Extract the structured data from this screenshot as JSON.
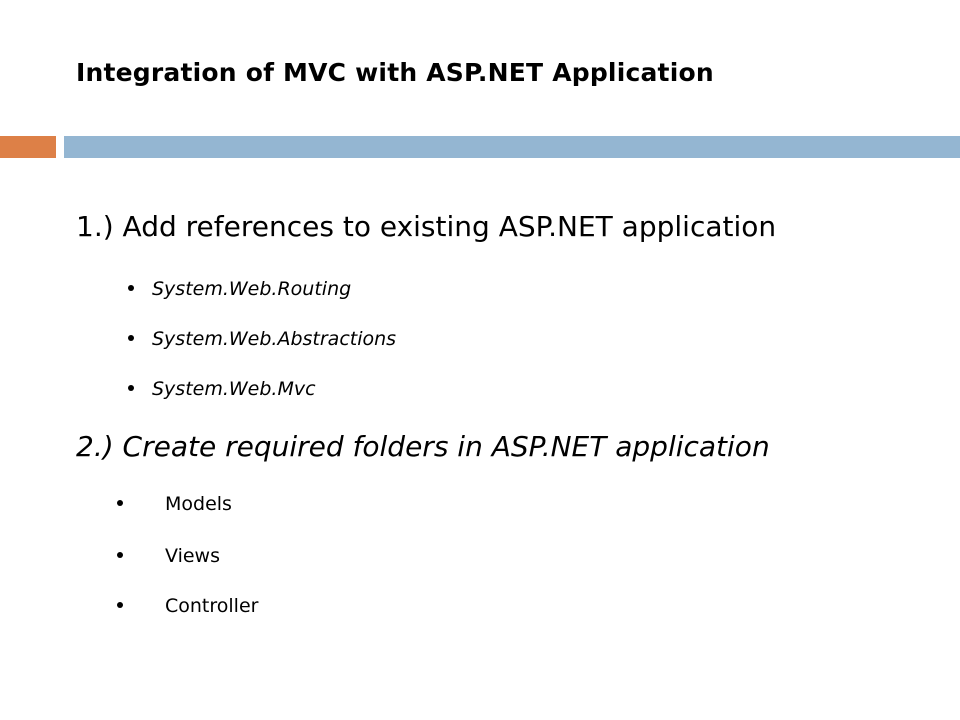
{
  "slide": {
    "title": "Integration of MVC with ASP.NET Application",
    "colors": {
      "accent_orange": "#DD8047",
      "bar_blue": "#94B6D2"
    },
    "step1": {
      "heading": "1.) Add references to existing ASP.NET application",
      "items": [
        "System.Web.Routing",
        "System.Web.Abstractions",
        "System.Web.Mvc"
      ]
    },
    "step2": {
      "heading": "2.) Create required folders in ASP.NET application",
      "items": [
        "Models",
        "Views",
        "Controller"
      ]
    }
  }
}
